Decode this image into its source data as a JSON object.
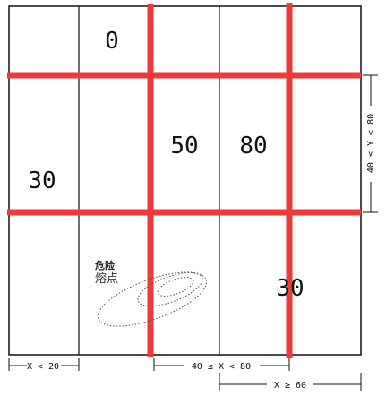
{
  "cell_values": {
    "top_row_col2": "0",
    "middle_row_col1": "30",
    "middle_row_col3": "50",
    "middle_row_col4": "80",
    "bottom_row_col5": "30"
  },
  "hotspot": {
    "title": "危险",
    "subtitle": "熔点"
  },
  "dimensions": {
    "x_lt_20": "X < 20",
    "x_40_80": "40 ≤ X < 80",
    "x_ge_60": "X ≥ 60",
    "y_40_80": "40 ≤ Y < 80"
  },
  "colors": {
    "grid_line": "#111111",
    "highlight_line": "#ee3a3a"
  }
}
